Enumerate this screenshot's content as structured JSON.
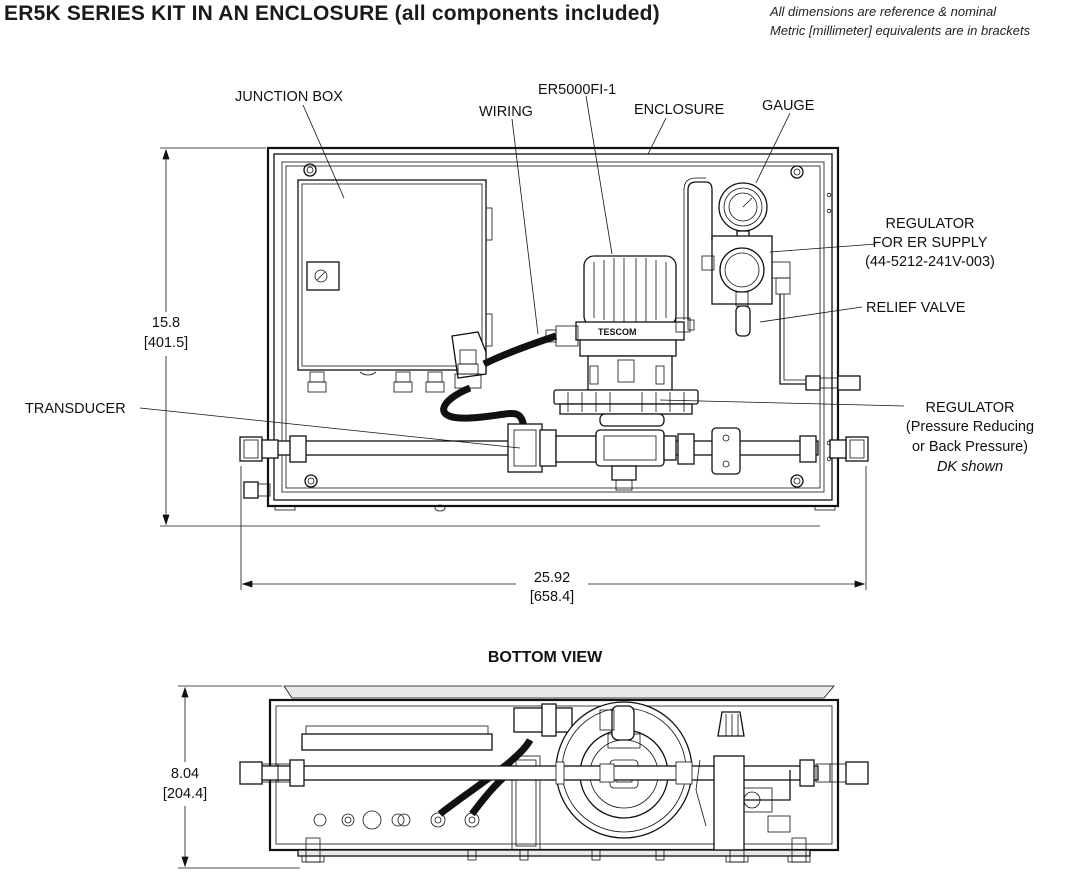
{
  "title": "ER5K SERIES KIT IN AN ENCLOSURE (all components included)",
  "notes": {
    "line1": "All dimensions are reference & nominal",
    "line2": "Metric [millimeter] equivalents are in brackets"
  },
  "labels": {
    "junction_box": "JUNCTION BOX",
    "wiring": "WIRING",
    "er5000": "ER5000FI-1",
    "enclosure": "ENCLOSURE",
    "gauge": "GAUGE",
    "regulator_supply_1": "REGULATOR",
    "regulator_supply_2": "FOR ER SUPPLY",
    "regulator_supply_3": "(44-5212-241V-003)",
    "relief_valve": "RELIEF VALVE",
    "transducer": "TRANSDUCER",
    "regulator_1": "REGULATOR",
    "regulator_2": "(Pressure Reducing",
    "regulator_3": "or Back Pressure)",
    "regulator_4": "DK shown",
    "bottom_view": "BOTTOM VIEW",
    "brand_text": "TESCOM"
  },
  "dimensions": {
    "height_in": "15.8",
    "height_mm": "[401.5]",
    "width_in": "25.92",
    "width_mm": "[658.4]",
    "depth_in": "8.04",
    "depth_mm": "[204.4]"
  }
}
